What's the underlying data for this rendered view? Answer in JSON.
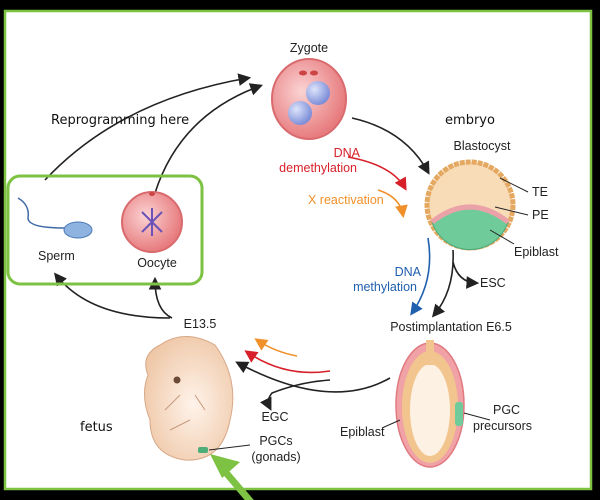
{
  "annotations": {
    "reprogramming": "Reprogramming here",
    "embryo": "embryo",
    "fetus": "fetus"
  },
  "stages": {
    "zygote": "Zygote",
    "blastocyst": "Blastocyst",
    "te": "TE",
    "pe": "PE",
    "epiblast_blastocyst": "Epiblast",
    "esc": "ESC",
    "postimplantation": "Postimplantation E6.5",
    "epiblast_post": "Epiblast",
    "pgc_precursors_1": "PGC",
    "pgc_precursors_2": "precursors",
    "e135": "E13.5",
    "egc": "EGC",
    "pgcs_1": "PGCs",
    "pgcs_2": "(gonads)",
    "sperm": "Sperm",
    "oocyte": "Oocyte"
  },
  "processes": {
    "dna_demethylation_1": "DNA",
    "dna_demethylation_2": "demethylation",
    "x_reactivation": "X reactivation",
    "dna_methylation_1": "DNA",
    "dna_methylation_2": "methylation"
  },
  "colors": {
    "highlight": "#7dc242",
    "demethylation": "#d8202a",
    "x_reactivation": "#f0902a",
    "methylation": "#1f5fae"
  }
}
